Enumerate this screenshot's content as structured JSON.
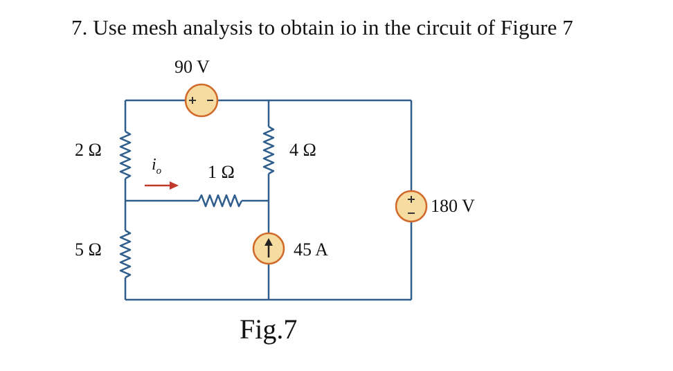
{
  "question": "7. Use mesh analysis to obtain io in the circuit of Figure 7",
  "figure_caption": "Fig.7",
  "components": {
    "voltage_source_top": "90 V",
    "voltage_source_right": "180 V",
    "current_source": "45 A",
    "r_left_upper": "2 Ω",
    "r_left_lower": "5 Ω",
    "r_middle_horizontal": "1 Ω",
    "r_middle_vertical": "4 Ω",
    "current_label": "i",
    "current_label_sub": "o"
  },
  "colors": {
    "wire": "#2f5d8c",
    "source_fill": "#f6dca0",
    "source_border": "#d06a2a",
    "arrow": "#c0392b"
  }
}
